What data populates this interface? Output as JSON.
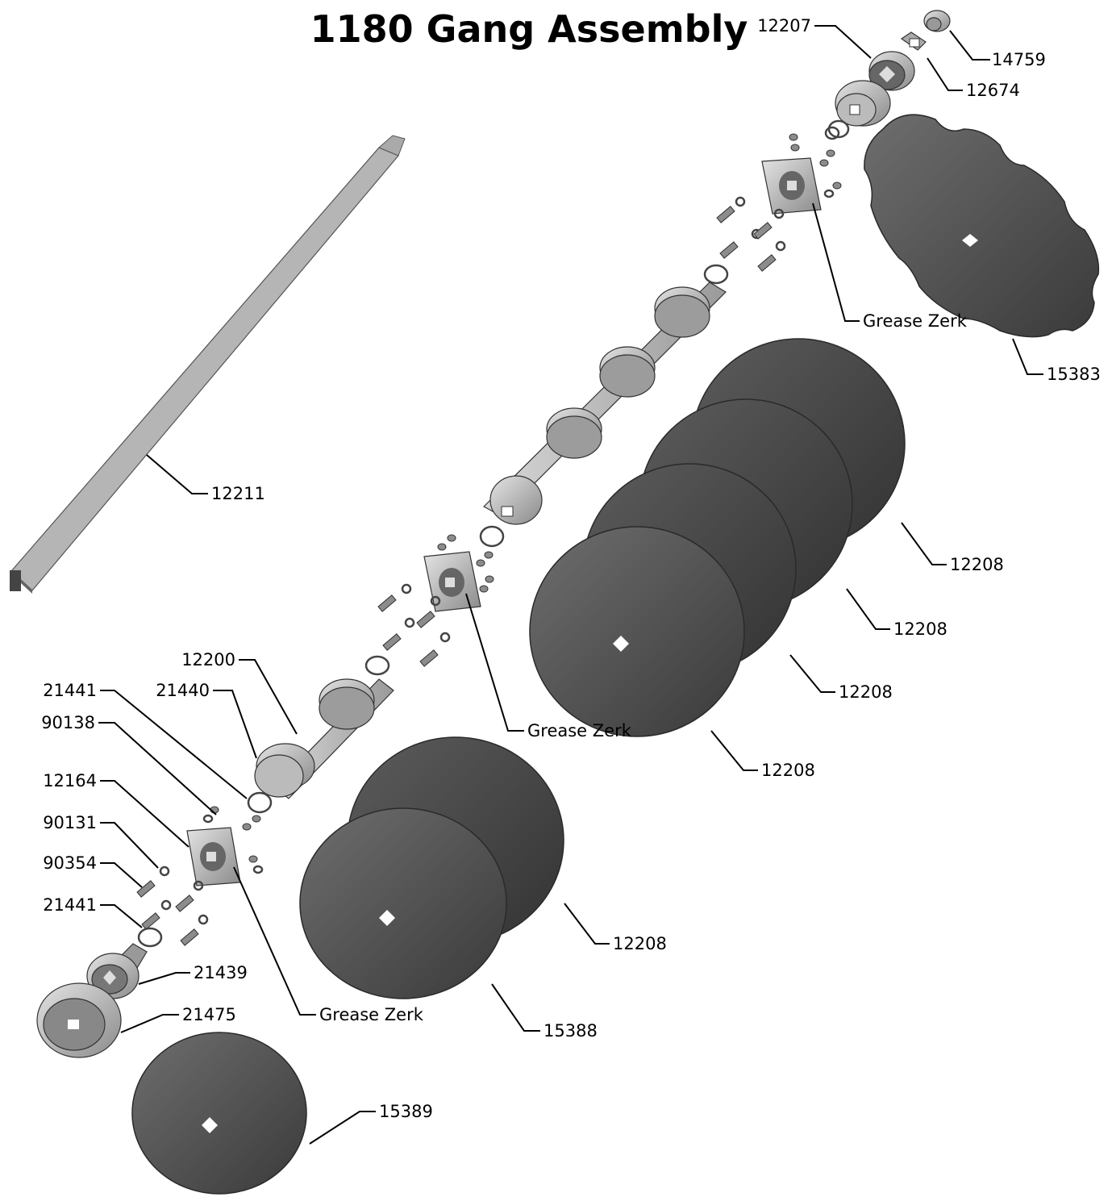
{
  "title": "1180 Gang Assembly",
  "callouts": {
    "c12207": "12207",
    "c14759": "14759",
    "c12674": "12674",
    "c15383": "15383",
    "zerk_top": "Grease Zerk",
    "c12211": "12211",
    "c12208_a": "12208",
    "c12208_b": "12208",
    "c12208_c": "12208",
    "c12208_d": "12208",
    "zerk_mid": "Grease Zerk",
    "c12200": "12200",
    "c21440": "21440",
    "c21441_a": "21441",
    "c90138": "90138",
    "c12164": "12164",
    "c90131": "90131",
    "c90354": "90354",
    "c21441_b": "21441",
    "c12208_e": "12208",
    "c21439": "21439",
    "zerk_low": "Grease Zerk",
    "c21475": "21475",
    "c15388": "15388",
    "c15389": "15389"
  }
}
